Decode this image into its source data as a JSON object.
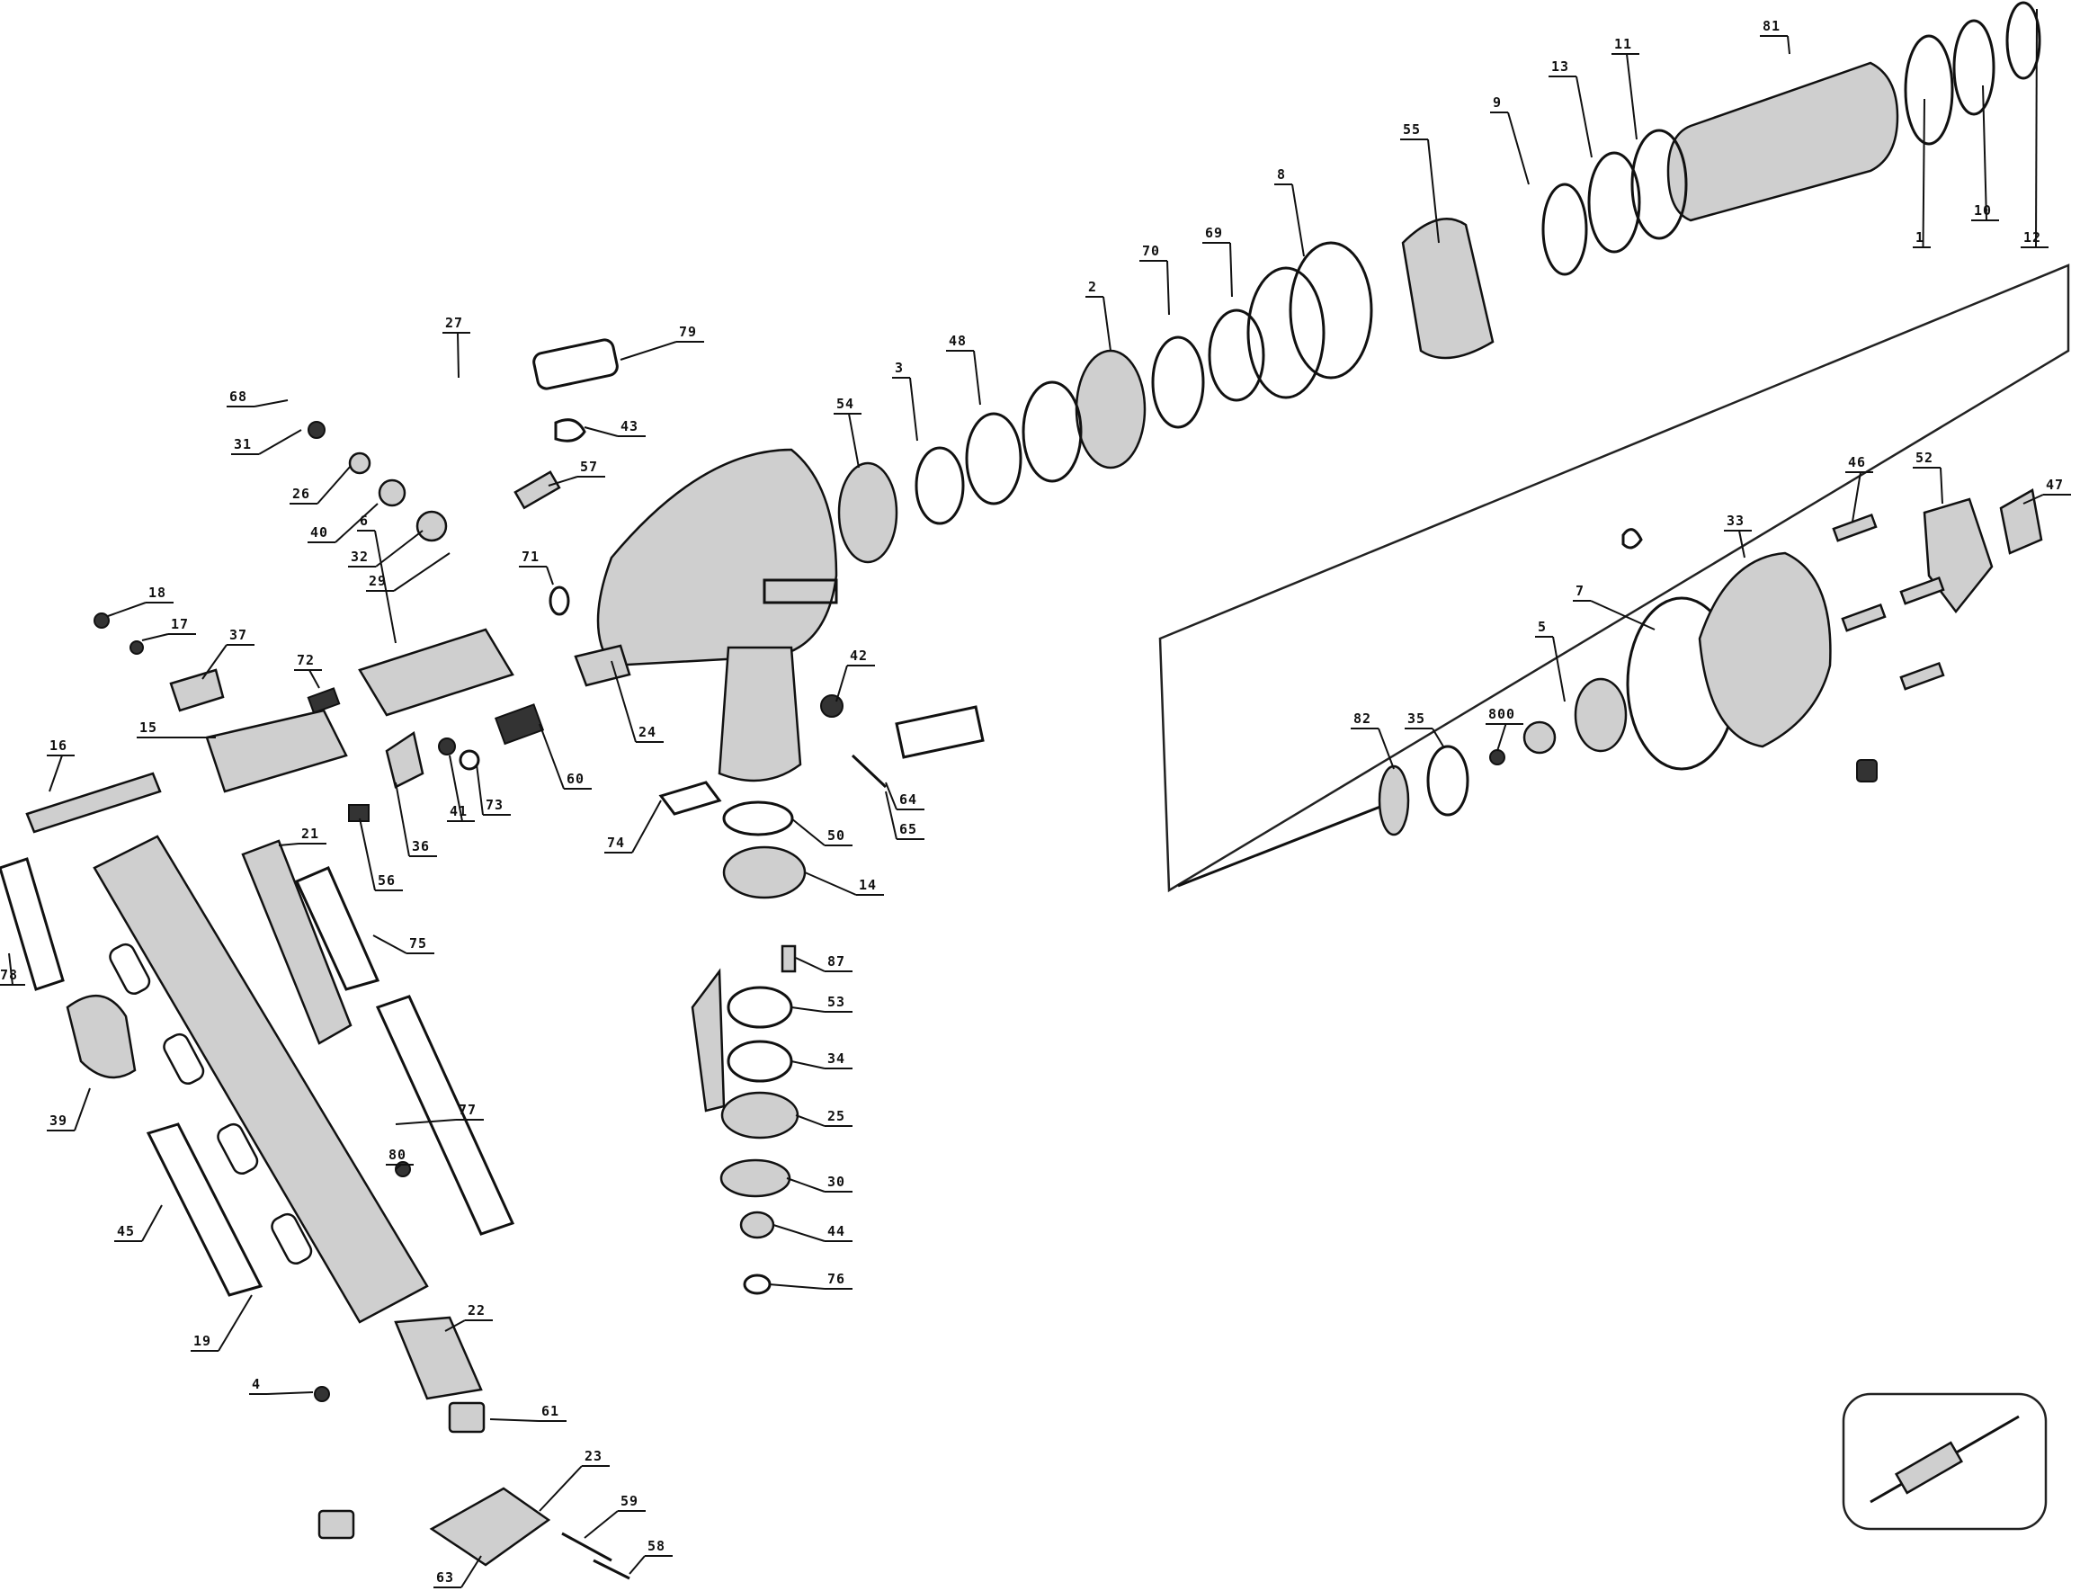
{
  "diagram": {
    "labels": [
      "81",
      "11",
      "13",
      "9",
      "55",
      "8",
      "69",
      "70",
      "2",
      "48",
      "3",
      "54",
      "12",
      "1",
      "10",
      "27",
      "79",
      "68",
      "31",
      "43",
      "57",
      "26",
      "40",
      "32",
      "29",
      "71",
      "18",
      "17",
      "37",
      "72",
      "6",
      "42",
      "24",
      "15",
      "16",
      "41",
      "73",
      "60",
      "36",
      "56",
      "21",
      "74",
      "50",
      "14",
      "64",
      "65",
      "78",
      "75",
      "87",
      "53",
      "34",
      "39",
      "80",
      "77",
      "25",
      "30",
      "44",
      "76",
      "45",
      "19",
      "22",
      "4",
      "61",
      "23",
      "59",
      "58",
      "63",
      "46",
      "52",
      "47",
      "33",
      "7",
      "5",
      "82",
      "35",
      "800"
    ]
  }
}
